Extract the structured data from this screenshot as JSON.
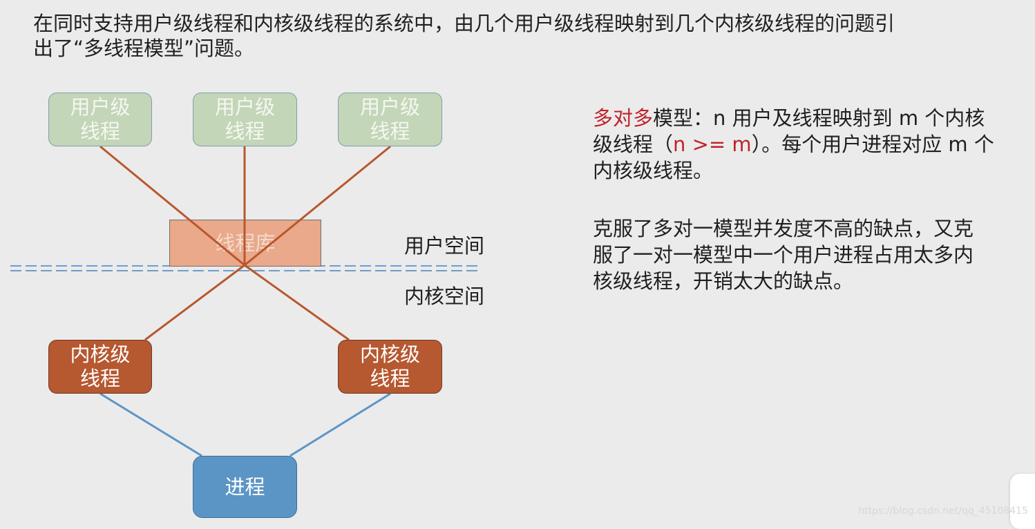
{
  "intro": {
    "line1": "在同时支持用户级线程和内核级线程的系统中，由几个用户级线程映射到几个内核级线程的问题引",
    "line2": "出了“多线程模型”问题。"
  },
  "diagram": {
    "user_threads": [
      {
        "line1": "用户级",
        "line2": "线程"
      },
      {
        "line1": "用户级",
        "line2": "线程"
      },
      {
        "line1": "用户级",
        "line2": "线程"
      }
    ],
    "thread_library": "线程库",
    "kernel_threads": [
      {
        "line1": "内核级",
        "line2": "线程"
      },
      {
        "line1": "内核级",
        "line2": "线程"
      }
    ],
    "process": "进程",
    "user_space_label": "用户空间",
    "kernel_space_label": "内核空间",
    "colors": {
      "user_thread_fill": "#c3d6b7",
      "kernel_thread_fill": "#b65830",
      "library_fill": "#e9a98a",
      "process_fill": "#5b95c6",
      "mapping_line": "#b8572e",
      "process_line": "#5b95c6",
      "boundary_dash": "#6e9ccb"
    }
  },
  "description": {
    "para1": {
      "highlight": "多对多",
      "line1_rest": "模型：n 用户及线程映射到 m 个内核",
      "line2_pre": "级线程（",
      "line2_highlight": "n >= m",
      "line2_post": "）。每个用户进程对应 m 个",
      "line3": "内核级线程。"
    },
    "para2": {
      "line1": "克服了多对一模型并发度不高的缺点，又克",
      "line2": "服了一对一模型中一个用户进程占用太多内",
      "line3": "核级线程，开销太大的缺点。"
    },
    "highlight_color": "#c0222a"
  },
  "watermark": "https://blog.csdn.net/qq_45108415"
}
